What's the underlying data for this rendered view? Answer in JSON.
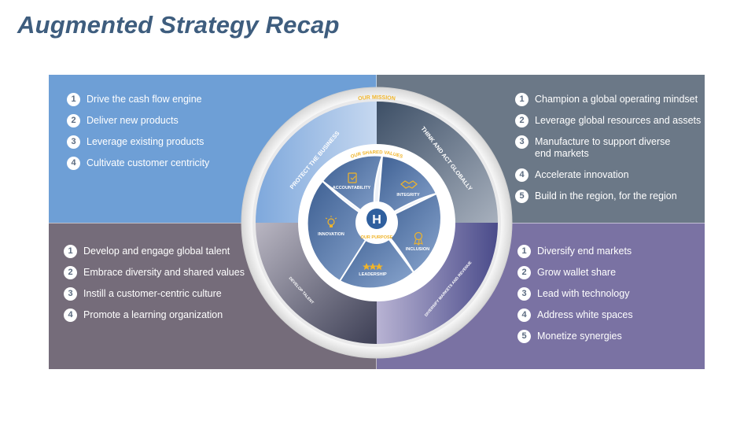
{
  "title": "Augmented Strategy Recap",
  "quadrants": {
    "top_left": {
      "items": [
        {
          "num": "1",
          "text": "Drive the cash flow engine"
        },
        {
          "num": "2",
          "text": "Deliver new products"
        },
        {
          "num": "3",
          "text": "Leverage existing products"
        },
        {
          "num": "4",
          "text": "Cultivate customer centricity"
        }
      ]
    },
    "top_right": {
      "items": [
        {
          "num": "1",
          "text": "Champion a global operating mindset"
        },
        {
          "num": "2",
          "text": "Leverage global resources and assets"
        },
        {
          "num": "3",
          "text": "Manufacture to support diverse end markets"
        },
        {
          "num": "4",
          "text": "Accelerate innovation"
        },
        {
          "num": "5",
          "text": "Build in the region, for the region"
        }
      ]
    },
    "bottom_left": {
      "items": [
        {
          "num": "1",
          "text": "Develop and engage global talent"
        },
        {
          "num": "2",
          "text": "Embrace diversity and shared values"
        },
        {
          "num": "3",
          "text": "Instill a customer-centric culture"
        },
        {
          "num": "4",
          "text": "Promote a learning organization"
        }
      ]
    },
    "bottom_right": {
      "items": [
        {
          "num": "1",
          "text": "Diversify end markets"
        },
        {
          "num": "2",
          "text": "Grow wallet share"
        },
        {
          "num": "3",
          "text": "Lead with technology"
        },
        {
          "num": "4",
          "text": "Address white spaces"
        },
        {
          "num": "5",
          "text": "Monetize synergies"
        }
      ]
    }
  },
  "wheel": {
    "mission_label": "OUR MISSION",
    "shared_values_label": "OUR SHARED VALUES",
    "purpose_label": "OUR PURPOSE",
    "logo_letter": "H",
    "sectors": {
      "top_left": "PROTECT THE BUSINESS",
      "top_right": "THINK AND ACT GLOBALLY",
      "bottom_left": "DEVELOP TALENT",
      "bottom_right": "DIVERSIFY MARKETS AND REVENUE"
    },
    "values": {
      "accountability": "ACCOUNTABILITY",
      "integrity": "INTEGRITY",
      "inclusion": "INCLUSION",
      "leadership": "LEADERSHIP",
      "innovation": "INNOVATION"
    }
  },
  "colors": {
    "title": "#3e5d7e",
    "top_left": "#6e9fd6",
    "top_right": "#6b7887",
    "bottom_left": "#756c7a",
    "bottom_right": "#7a72a3",
    "accent_gold": "#f0b429",
    "logo_blue": "#2f5f9e"
  }
}
